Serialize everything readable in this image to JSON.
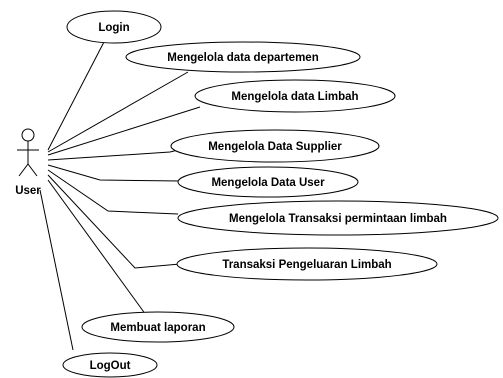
{
  "actor": {
    "label": "User",
    "icon": "stick-figure-icon"
  },
  "use_cases": [
    {
      "id": "login",
      "label": "Login"
    },
    {
      "id": "mengelola-data-departemen",
      "label": "Mengelola data departemen"
    },
    {
      "id": "mengelola-data-limbah",
      "label": "Mengelola data Limbah"
    },
    {
      "id": "mengelola-data-supplier",
      "label": "Mengelola Data Supplier"
    },
    {
      "id": "mengelola-data-user",
      "label": "Mengelola Data User"
    },
    {
      "id": "mengelola-transaksi-permintaan-limbah",
      "label": "Mengelola Transaksi permintaan limbah"
    },
    {
      "id": "transaksi-pengeluaran-limbah",
      "label": "Transaksi Pengeluaran Limbah"
    },
    {
      "id": "membuat-laporan",
      "label": "Membuat laporan"
    },
    {
      "id": "logout",
      "label": "LogOut"
    }
  ]
}
